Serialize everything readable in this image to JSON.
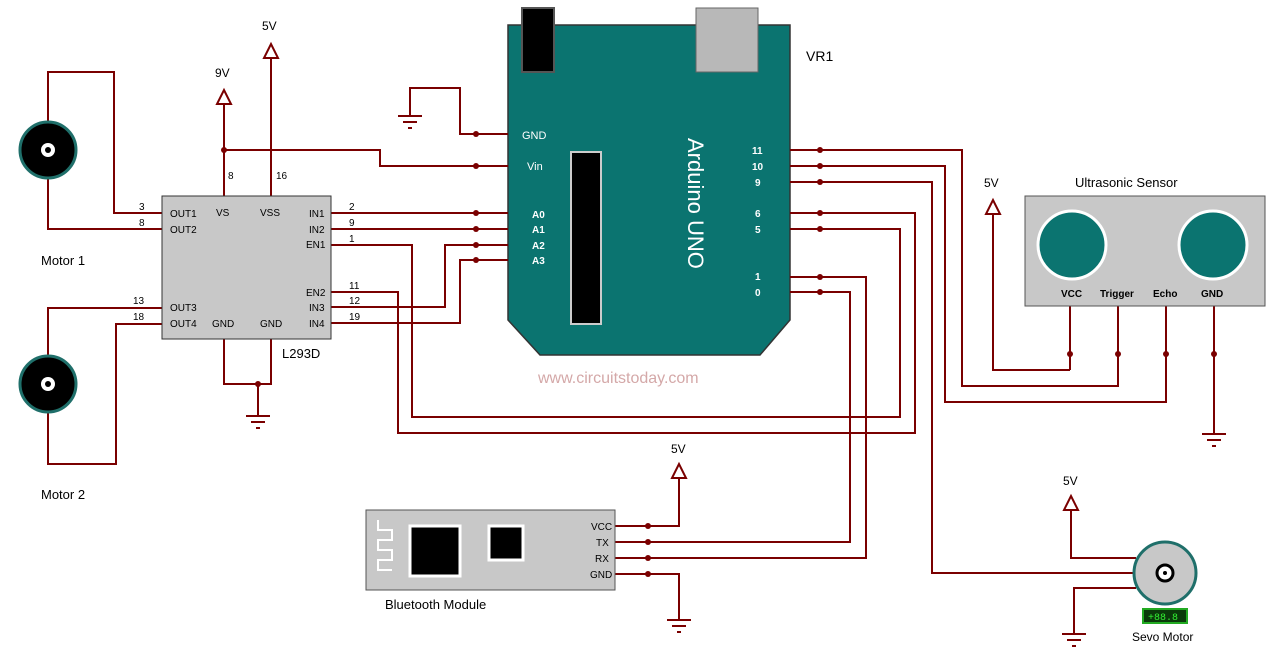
{
  "watermark": "www.circuitstoday.com",
  "power": {
    "v5": "5V",
    "v9": "9V"
  },
  "motors": {
    "motor1": "Motor 1",
    "motor2": "Motor 2"
  },
  "l293d": {
    "name": "L293D",
    "pins_left": [
      "OUT1",
      "OUT2",
      "OUT3",
      "OUT4"
    ],
    "pins_top": [
      "VS",
      "VSS"
    ],
    "pins_bottom": [
      "GND",
      "GND"
    ],
    "pins_right": [
      "IN1",
      "IN2",
      "EN1",
      "EN2",
      "IN3",
      "IN4"
    ],
    "nums": {
      "out1": "3",
      "out2": "8",
      "out3": "13",
      "out4": "18",
      "vs": "8",
      "vss": "16",
      "in1": "2",
      "in2": "9",
      "en1": "1",
      "en2": "11",
      "in3": "12",
      "in4": "19"
    }
  },
  "arduino": {
    "title": "Arduino UNO",
    "ref": "VR1",
    "gnd": "GND",
    "vin": "Vin",
    "analog": [
      "A0",
      "A1",
      "A2",
      "A3"
    ],
    "digital": [
      "11",
      "10",
      "9",
      "6",
      "5",
      "1",
      "0"
    ]
  },
  "ultrasonic": {
    "title": "Ultrasonic Sensor",
    "pins": [
      "VCC",
      "Trigger",
      "Echo",
      "GND"
    ]
  },
  "bluetooth": {
    "title": "Bluetooth Module",
    "pins": [
      "VCC",
      "TX",
      "RX",
      "GND"
    ]
  },
  "servo": {
    "title": "Sevo Motor",
    "display": "+88.8"
  }
}
